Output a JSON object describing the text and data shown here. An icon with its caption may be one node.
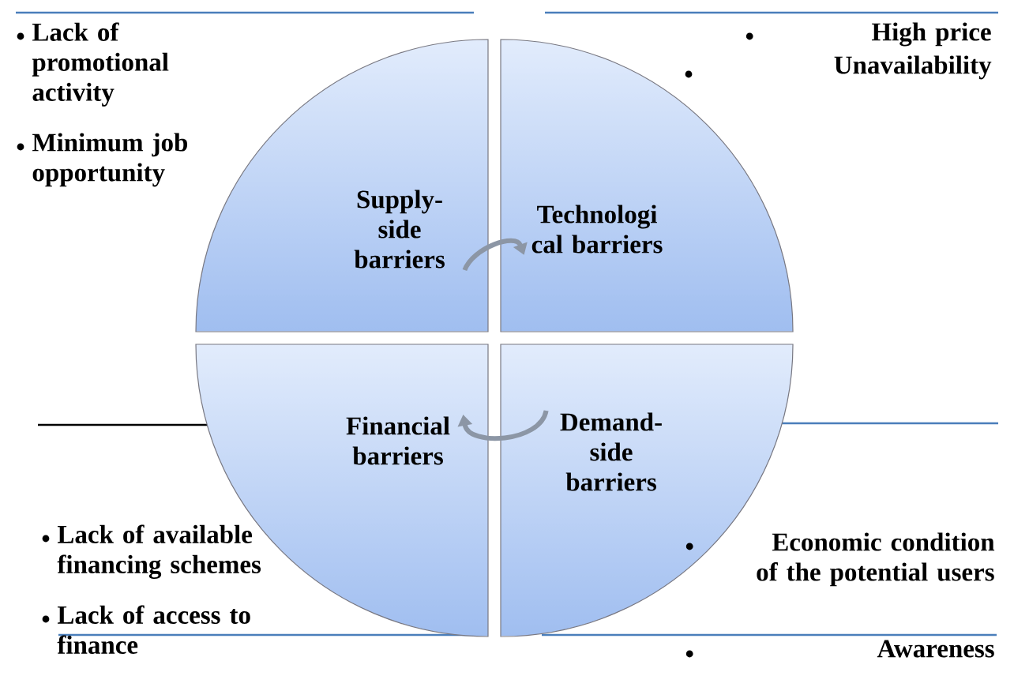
{
  "diagram": {
    "nodes": [
      {
        "text": [
          "Supply- side barriers"
        ],
        "beside": [
          "Lack of promotional activity",
          "Minimum job opportunity"
        ]
      },
      {
        "text": [
          "Technologi cal barriers"
        ],
        "beside": [
          "High price",
          "Unavailability"
        ]
      },
      {
        "text": [
          "Financial barriers"
        ],
        "beside": [
          "Lack of available financing schemes",
          "Lack of access to finance"
        ]
      },
      {
        "text": [
          "Demand- side barriers"
        ],
        "beside": [
          "Economic condition of the potential users",
          "Awareness"
        ]
      }
    ],
    "edges": [
      {
        "from": 0,
        "to": 1,
        "arrow": "to"
      },
      {
        "from": 3,
        "to": 2,
        "arrow": "to"
      }
    ]
  }
}
